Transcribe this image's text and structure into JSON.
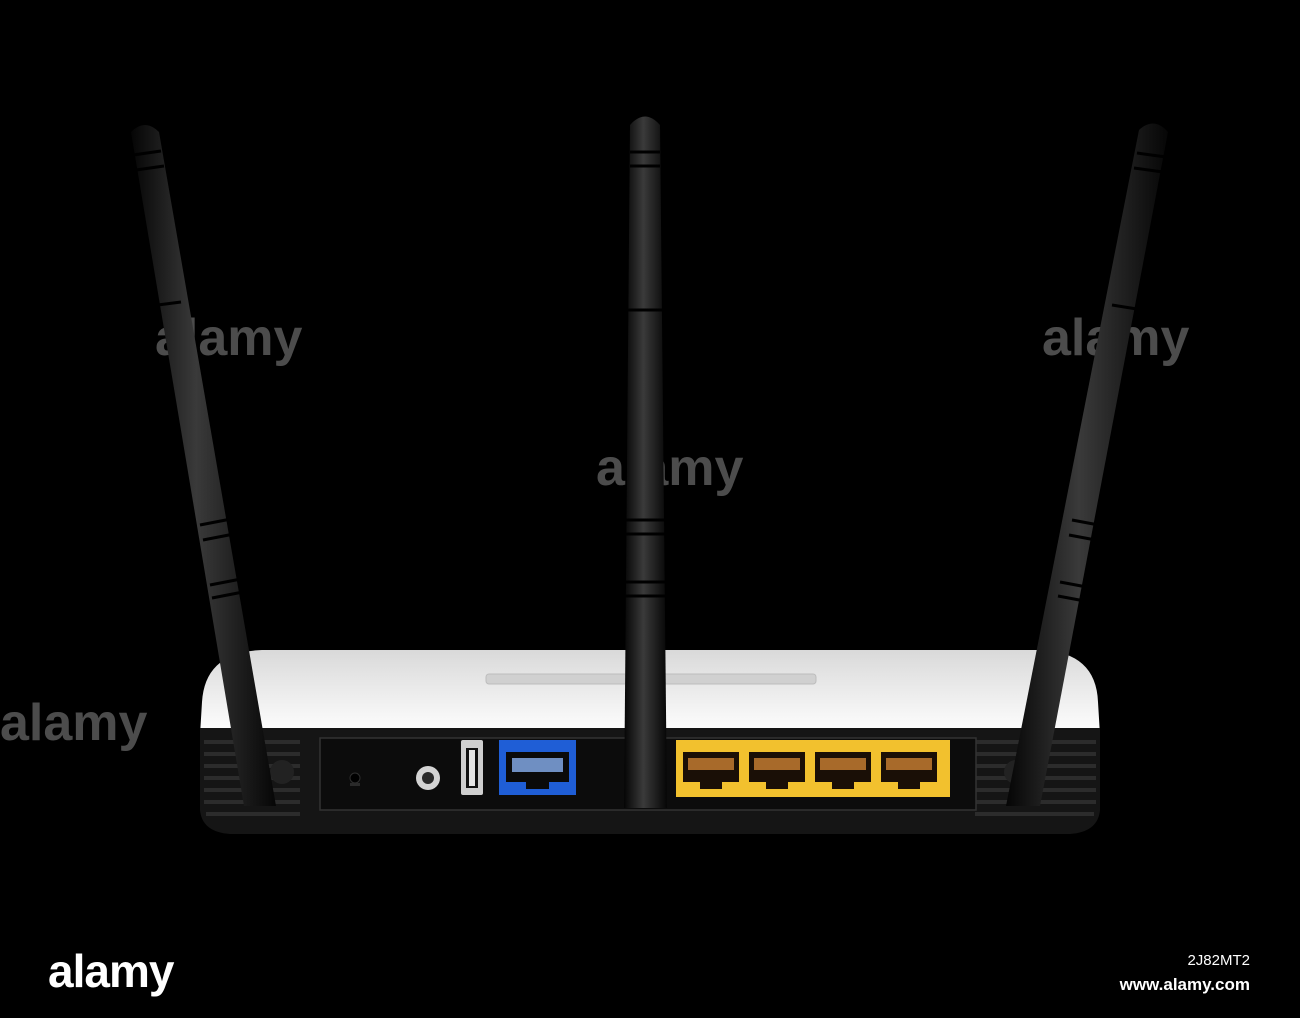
{
  "photo": {
    "subject": "wireless-router-rear",
    "background_color": "#000000",
    "body_color": "#f2f2f2",
    "base_color": "#1a1a1a",
    "antenna_color": "#111111",
    "wan_port_color": "#1f5ed6",
    "lan_port_color": "#f2c12e",
    "antenna_count": 3,
    "lan_port_count": 4
  },
  "watermark": {
    "brand": "alamy",
    "image_id": "2J82MT2",
    "site": "www.alamy.com"
  }
}
